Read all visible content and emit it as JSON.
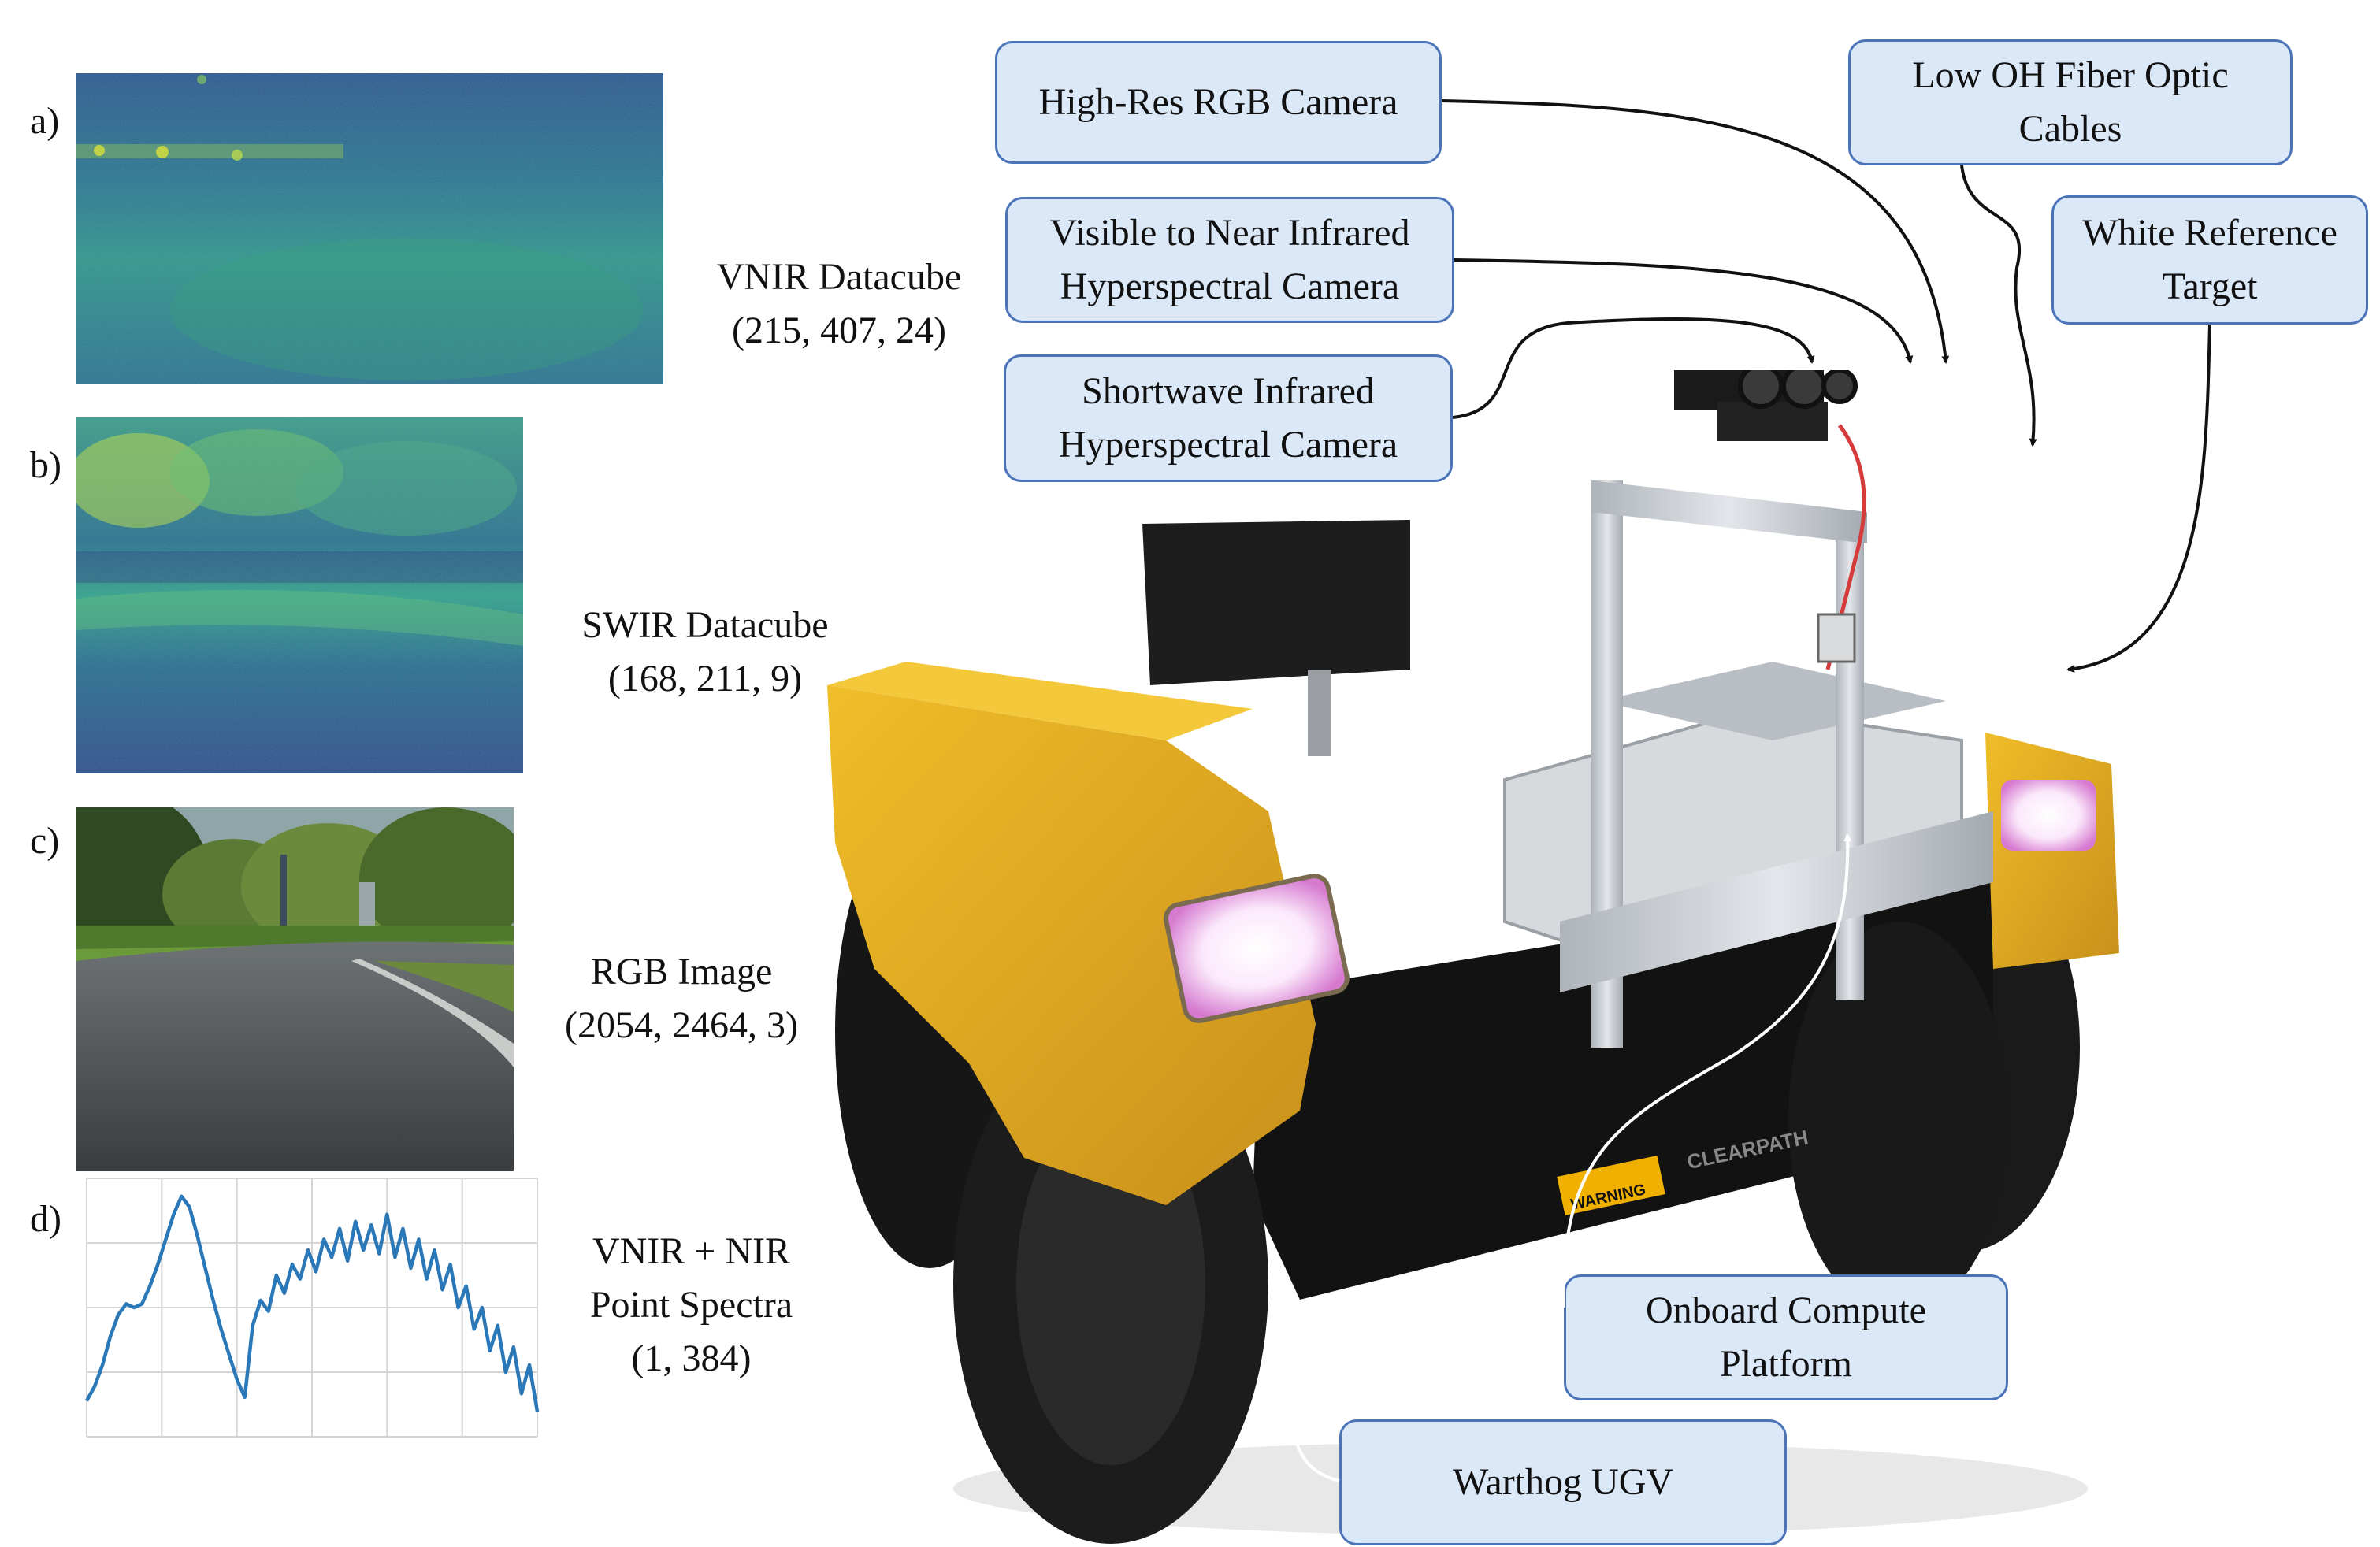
{
  "panels": [
    {
      "letter": "a)",
      "label_line1": "VNIR Datacube",
      "label_line2": "(215, 407, 24)"
    },
    {
      "letter": "b)",
      "label_line1": "SWIR Datacube",
      "label_line2": "(168, 211, 9)"
    },
    {
      "letter": "c)",
      "label_line1": "RGB Image",
      "label_line2": "(2054, 2464, 3)"
    },
    {
      "letter": "d)",
      "label_line1": "VNIR + NIR",
      "label_line2": "Point Spectra",
      "label_line3": "(1, 384)"
    }
  ],
  "callouts": {
    "rgb_camera": "High-Res RGB Camera",
    "fiber_line1": "Low OH Fiber Optic",
    "fiber_line2": "Cables",
    "vnir_line1": "Visible to Near Infrared",
    "vnir_line2": "Hyperspectral Camera",
    "white_ref_line1": "White Reference",
    "white_ref_line2": "Target",
    "swir_line1": "Shortwave Infrared",
    "swir_line2": "Hyperspectral Camera",
    "compute_line1": "Onboard Compute",
    "compute_line2": "Platform",
    "ugv": "Warthog UGV"
  },
  "robot": {
    "warning_text": "WARNING",
    "brand_text": "CLEARPATH"
  },
  "colors": {
    "callout_fill": "#dbe8f8",
    "callout_border": "#4a73b8",
    "spectrum_line": "#2a78b8",
    "robot_yellow": "#e0a820",
    "robot_black": "#111111",
    "aluminum": "#c9ced4",
    "light_glow": "#f3c6f0"
  },
  "chart_data": {
    "type": "line",
    "title": "",
    "xlabel": "",
    "ylabel": "",
    "grid": true,
    "series": [
      {
        "values": [
          0.1,
          0.14,
          0.2,
          0.28,
          0.34,
          0.37,
          0.36,
          0.37,
          0.42,
          0.48,
          0.55,
          0.62,
          0.67,
          0.64,
          0.56,
          0.47,
          0.38,
          0.3,
          0.23,
          0.16,
          0.11,
          0.31,
          0.38,
          0.35,
          0.45,
          0.4,
          0.48,
          0.44,
          0.52,
          0.46,
          0.55,
          0.5,
          0.58,
          0.49,
          0.6,
          0.52,
          0.59,
          0.51,
          0.62,
          0.5,
          0.58,
          0.47,
          0.55,
          0.44,
          0.52,
          0.41,
          0.48,
          0.36,
          0.42,
          0.3,
          0.36,
          0.24,
          0.31,
          0.18,
          0.25,
          0.12,
          0.2,
          0.07
        ]
      }
    ]
  }
}
